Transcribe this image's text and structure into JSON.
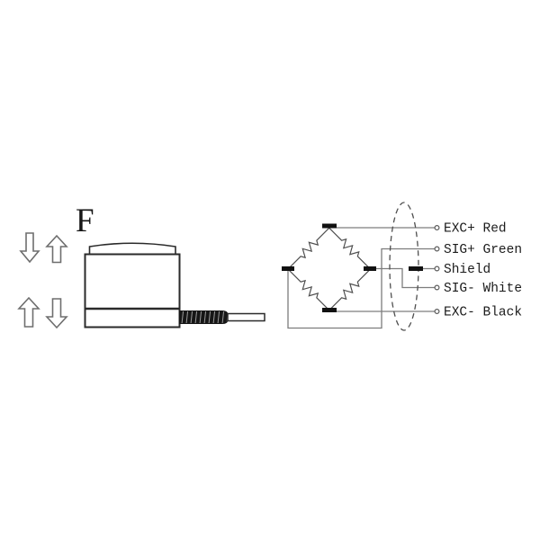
{
  "force": {
    "label": "F"
  },
  "wiring": {
    "labels": [
      "EXC+ Red",
      "SIG+ Green",
      "Shield",
      "SIG- White",
      "EXC- Black"
    ]
  },
  "colors": {
    "background": "#ffffff",
    "line": "#2a2a2a",
    "wire_gray": "#7d7d7d",
    "arrow_outline": "#6e6e6e",
    "terminal_black": "#111111",
    "text": "#1c1c1c"
  }
}
